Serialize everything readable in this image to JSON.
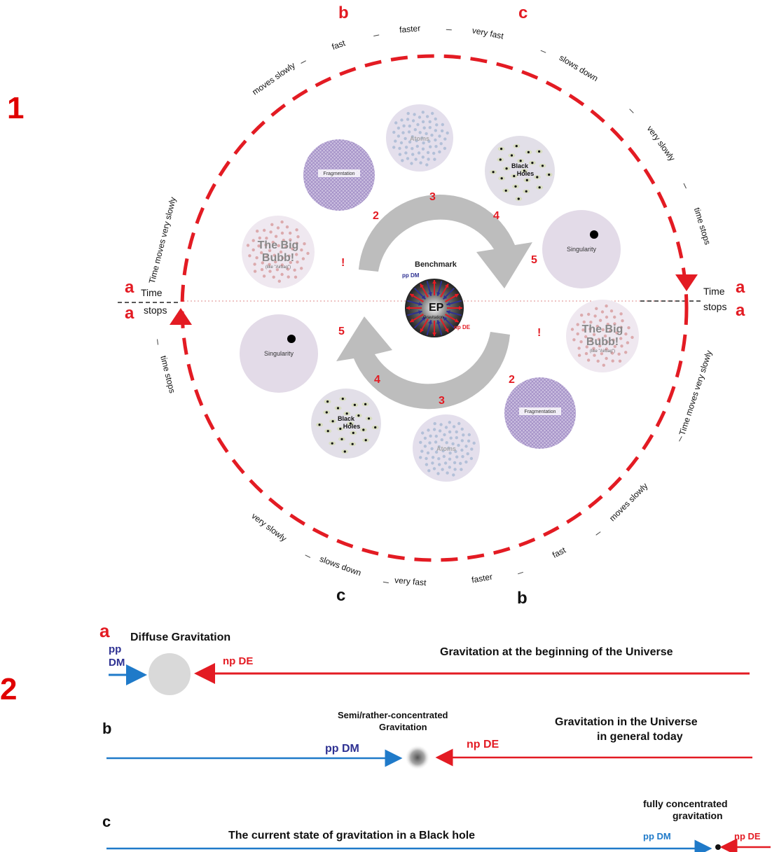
{
  "sections": {
    "one": "1",
    "two": "2"
  },
  "colors": {
    "red": "#e31b23",
    "blue": "#1f7ac9",
    "dark_blue": "#2e3192",
    "phase_fill": "#ddd6ea",
    "hatch_fill": "#b9a9d2",
    "gray_arrow": "#b9b9b9"
  },
  "ring": {
    "top_letters": {
      "left": "b",
      "right": "c"
    },
    "bottom_letters": {
      "left": "c",
      "right": "b"
    },
    "side_letter": "a",
    "top_words": [
      "Time moves very slowly",
      "moves slowly",
      "fast",
      "faster",
      "very fast",
      "slows down",
      "very slowly",
      "time stops"
    ],
    "bottom_words": [
      "time stops",
      "very slowly",
      "slows down",
      "very fast",
      "faster",
      "fast",
      "moves slowly",
      "Time moves very slowly"
    ],
    "left_time": "Time",
    "left_stops": "stops",
    "right_time": "Time",
    "right_stops": "stops"
  },
  "phases": {
    "big_bubb_title_1": "The Big",
    "big_bubb_title_2": "Bubb!",
    "big_bubb_sub": "(like \"Airbag\")",
    "fragmentation": "Fragmentation",
    "atoms": "Atoms",
    "black_1": "Black",
    "black_2": "Holes",
    "singularity": "Singularity",
    "num_bang": "!",
    "num_2": "2",
    "num_3": "3",
    "num_4": "4",
    "num_5": "5"
  },
  "center": {
    "benchmark": "Benchmark",
    "ep": "EP",
    "ep_sub": "Gravitation",
    "pp_dm": "pp DM",
    "np_de": "np DE"
  },
  "part2": {
    "a_letter": "a",
    "a_title": "Diffuse Gravitation",
    "a_pp": "pp",
    "a_dm": "DM",
    "a_np": "np DE",
    "a_desc": "Gravitation at the beginning of the Universe",
    "b_letter": "b",
    "b_title_1": "Semi/rather-concentrated",
    "b_title_2": "Gravitation",
    "b_pp": "pp DM",
    "b_np": "np DE",
    "b_desc_1": "Gravitation in the Universe",
    "b_desc_2": "in general today",
    "c_letter": "c",
    "c_desc": "The current state of gravitation in a Black hole",
    "c_pp": "pp DM",
    "c_np": "np DE",
    "c_title_1": "fully concentrated",
    "c_title_2": "gravitation"
  }
}
